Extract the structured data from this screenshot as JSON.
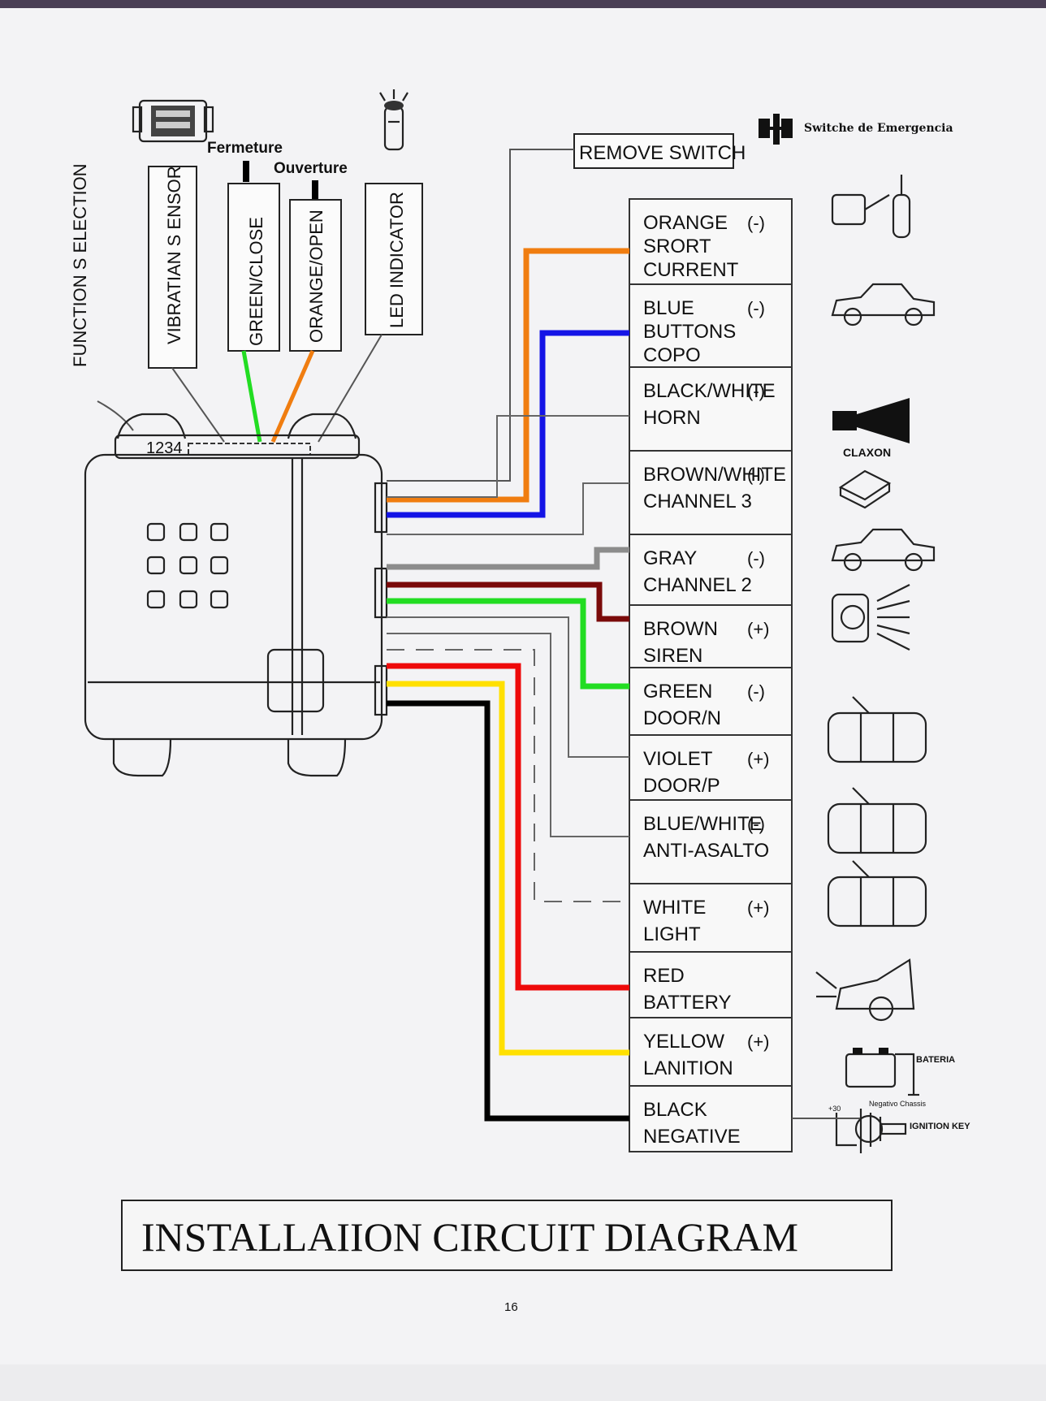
{
  "colors": {
    "orange": "#f07d10",
    "blue": "#1414e6",
    "gray": "#8c8c8c",
    "brown": "#7a0a0a",
    "green": "#22dd22",
    "red": "#ee0a0a",
    "yellow": "#ffe000",
    "black": "#000000"
  },
  "top_labels": {
    "function_selection": "FUNCTION S ELECTION",
    "vibration_sensor": "VIBRATIAN S ENSOR",
    "green_close": "GREEN/CLOSE",
    "orange_open": "ORANGE/OPEN",
    "led_indicator": "LED INDICATOR",
    "fermeture": "Fermeture",
    "ouverture": "Ouverture",
    "remove_switch": "REMOVE SWITCH",
    "emergency_switch": "Switche de Emergencia",
    "module_dip": "1234"
  },
  "wires": [
    {
      "line1": "ORANGE",
      "line2": "SRORT",
      "line3": "CURRENT",
      "polarity": "(-)",
      "icon": "relay-coil-icon"
    },
    {
      "line1": "BLUE",
      "line2": "BUTTONS",
      "line3": "COPO",
      "polarity": "(-)",
      "icon": "car-side-icon"
    },
    {
      "line1": "BLACK/WHITE",
      "line2": "HORN",
      "polarity": "(-)",
      "icon": "horn-icon",
      "icon_label": "CLAXON"
    },
    {
      "line1": "BROWN/WHITE",
      "line2": "CHANNEL 3",
      "polarity": "(-)",
      "icon": "module-box-icon"
    },
    {
      "line1": "GRAY",
      "line2": "CHANNEL 2",
      "polarity": "(-)",
      "icon": "car-trunk-open-icon"
    },
    {
      "line1": "BROWN",
      "line2": "SIREN",
      "polarity": "(+)",
      "icon": "siren-icon"
    },
    {
      "line1": "GREEN",
      "line2": "DOOR/N",
      "polarity": "(-)",
      "icon": "car-door-open-icon"
    },
    {
      "line1": "VIOLET",
      "line2": "DOOR/P",
      "polarity": "(+)",
      "icon": "car-door-open-icon-2"
    },
    {
      "line1": "BLUE/WHITE",
      "line2": "ANTI-ASALTO",
      "polarity": "(-)",
      "icon": "car-door-open-icon-3"
    },
    {
      "line1": "WHITE",
      "line2": "LIGHT",
      "polarity": "(+)",
      "icon": "headlight-icon"
    },
    {
      "line1": "RED",
      "line2": "BATTERY",
      "polarity": "",
      "icon": "battery-icon",
      "icon_label": "BATERIA",
      "icon_sub": "Negativo Chassis"
    },
    {
      "line1": "YELLOW",
      "line2": "LANITION",
      "polarity": "(+)",
      "icon": "ignition-key-icon",
      "icon_label": "IGNITION KEY",
      "icon_sub": "+30"
    },
    {
      "line1": "BLACK",
      "line2": "NEGATIVE",
      "polarity": "",
      "icon": "ground-icon"
    }
  ],
  "title": "INSTALLAIION CIRCUIT DIAGRAM",
  "page_number": "16"
}
